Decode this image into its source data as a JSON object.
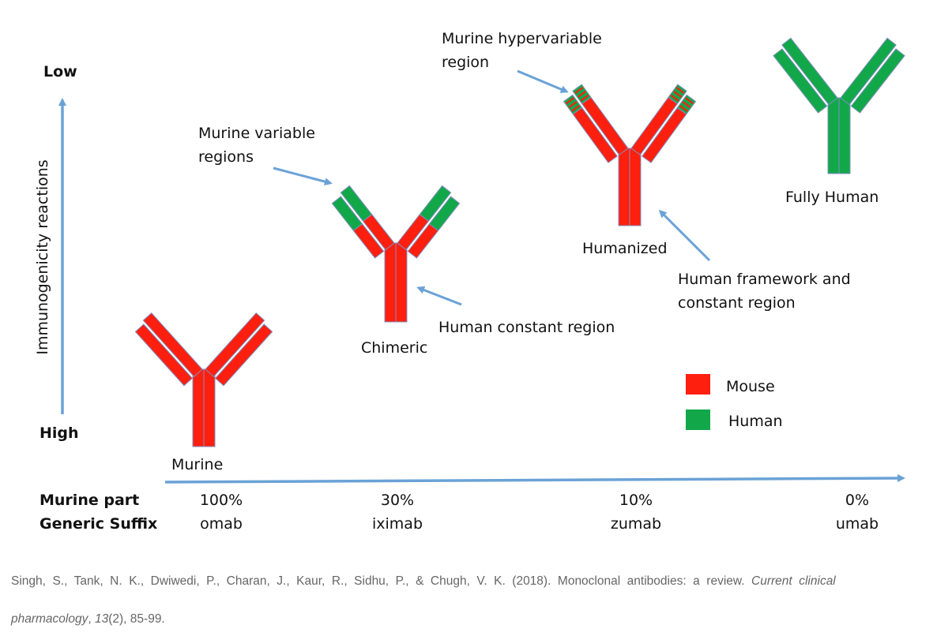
{
  "axes": {
    "y_label": "Immunogenicity reactions",
    "y_top": "Low",
    "y_bottom": "High"
  },
  "rows": {
    "murine_part_label": "Murine part",
    "generic_suffix_label": "Generic Suffix"
  },
  "columns": [
    {
      "percent": "100%",
      "suffix": "omab"
    },
    {
      "percent": "30%",
      "suffix": "iximab"
    },
    {
      "percent": "10%",
      "suffix": "zumab"
    },
    {
      "percent": "0%",
      "suffix": "umab"
    }
  ],
  "antibodies": {
    "murine": "Murine",
    "chimeric": "Chimeric",
    "humanized": "Humanized",
    "fully_human": "Fully Human"
  },
  "annotations": {
    "murine_variable": [
      "Murine variable",
      "regions"
    ],
    "human_constant": "Human constant region",
    "murine_hypervariable": [
      "Murine hypervariable",
      "region"
    ],
    "human_framework": [
      "Human framework and",
      "constant region"
    ]
  },
  "legend": {
    "mouse_label": "Mouse",
    "human_label": "Human"
  },
  "colors": {
    "mouse": "#ff1f0f",
    "human": "#12a84a",
    "arrow": "#6aa2d6",
    "outline": "#7f8fbf"
  },
  "citation": {
    "authors": "Singh, S., Tank, N. K., Dwiwedi, P., Charan, J., Kaur, R., Sidhu, P., & Chugh, V. K. (2018). Monoclonal antibodies: a review. ",
    "journal_a": "Current clinical",
    "journal_b": "pharmacology",
    "sep1": ", ",
    "volume": "13",
    "issue_pages": "(2), 85-99."
  }
}
